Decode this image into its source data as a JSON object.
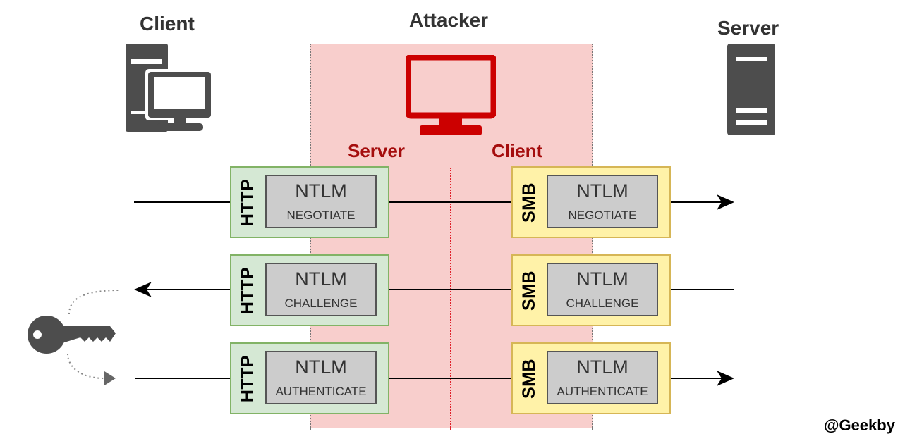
{
  "labels": {
    "client": "Client",
    "attacker": "Attacker",
    "server": "Server",
    "attacker_server": "Server",
    "attacker_client": "Client"
  },
  "left_protocol": "HTTP",
  "right_protocol": "SMB",
  "auth": "NTLM",
  "messages": [
    "NEGOTIATE",
    "CHALLENGE",
    "AUTHENTICATE"
  ],
  "watermark": "@Geekby",
  "icons": {
    "client": "client-computer-icon",
    "attacker": "attacker-monitor-icon",
    "server": "server-tower-icon",
    "key": "key-icon"
  },
  "colors": {
    "attacker_zone": "#f8cecc",
    "attacker_text": "#a50d0d",
    "attacker_monitor": "#cc0000",
    "http_fill": "#d5e8d4",
    "http_border": "#82b366",
    "smb_fill": "#fff2a8",
    "smb_border": "#d6b656",
    "ntlm_fill": "#cccccc",
    "icon_gray": "#4d4d4d"
  }
}
